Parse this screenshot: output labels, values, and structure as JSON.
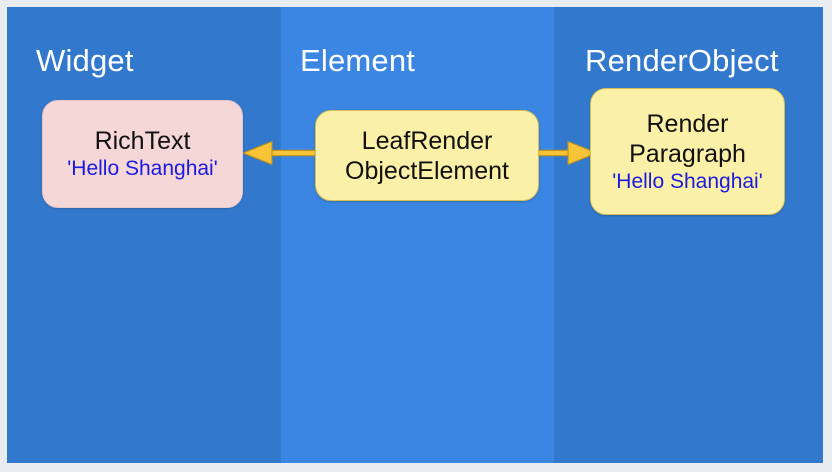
{
  "diagram": {
    "type": "flutter-three-trees",
    "columns": [
      {
        "id": "widget",
        "title": "Widget",
        "background_color": "#3279ce"
      },
      {
        "id": "element",
        "title": "Element",
        "background_color": "#3b86e2"
      },
      {
        "id": "renderobject",
        "title": "RenderObject",
        "background_color": "#3279ce"
      }
    ],
    "nodes": {
      "richtext": {
        "line1": "RichText",
        "quoted": "'Hello Shanghai'",
        "fill_color": "#f6d7d7",
        "text_color": "#111111",
        "quoted_color": "#1a1ae0"
      },
      "leafrender": {
        "line1": "LeafRender",
        "line2": "ObjectElement",
        "fill_color": "#fbf0a8",
        "text_color": "#111111"
      },
      "renderparagraph": {
        "line1": "Render",
        "line2": "Paragraph",
        "quoted": "'Hello Shanghai'",
        "fill_color": "#fbf0a8",
        "text_color": "#111111",
        "quoted_color": "#1a1ae0"
      }
    },
    "connectors": [
      {
        "id": "element-to-widget",
        "direction": "left",
        "from": "leafrender",
        "to": "richtext",
        "color": "#f6c436",
        "stroke_color": "#b8901c"
      },
      {
        "id": "element-to-renderobject",
        "direction": "right",
        "from": "leafrender",
        "to": "renderparagraph",
        "color": "#f6c436",
        "stroke_color": "#b8901c"
      }
    ],
    "frame_color": "#e9ecf0"
  }
}
